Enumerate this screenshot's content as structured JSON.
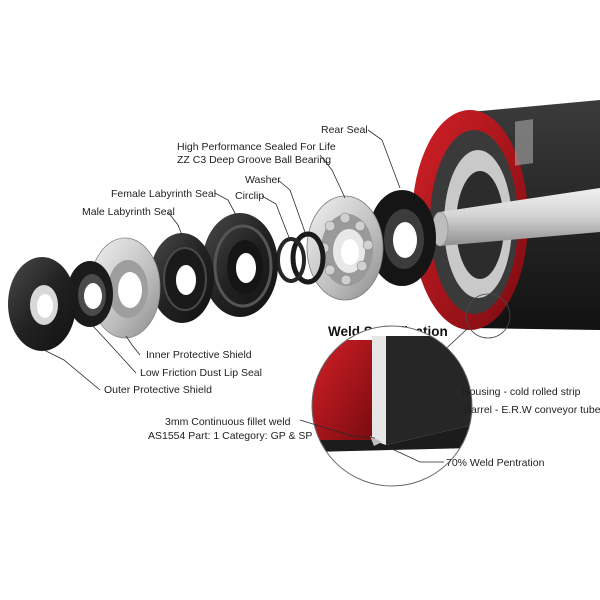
{
  "labels": {
    "rear_seal": "Rear Seal",
    "bearing_line1": "High Performance Sealed For Life",
    "bearing_line2": "ZZ C3 Deep Groove Ball Bearing",
    "washer": "Washer",
    "circlip": "Circlip",
    "female_labyrinth": "Female Labyrinth Seal",
    "male_labyrinth": "Male Labyrinth Seal",
    "inner_shield": "Inner Protective Shield",
    "dust_lip_seal": "Low Friction Dust Lip Seal",
    "outer_shield": "Outer Protective Shield"
  },
  "weld": {
    "title": "Weld Specification",
    "housing": "Housing - cold rolled strip",
    "barrel": "Barrel - E.R.W conveyor tube",
    "penetration": "70% Weld Pentration",
    "fillet_line1": "3mm Continuous fillet weld",
    "fillet_line2": "AS1554 Part: 1 Category: GP & SP"
  },
  "colors": {
    "accent_red": "#b3141b",
    "dark_part": "#2b2b2b",
    "light_part": "#cfcfcf",
    "shaft": "#d9d9d9"
  }
}
